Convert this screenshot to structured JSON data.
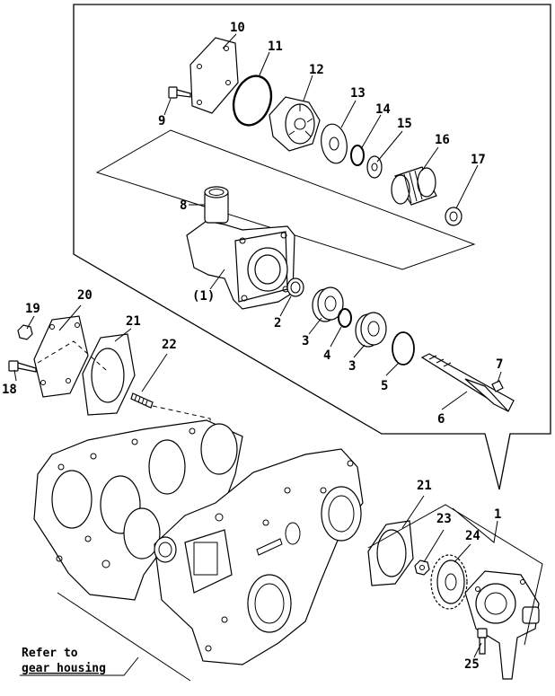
{
  "labels": {
    "p1": "1",
    "p1_sub": "(1)",
    "p2": "2",
    "p3a": "3",
    "p3b": "3",
    "p4": "4",
    "p5": "5",
    "p6": "6",
    "p7": "7",
    "p8": "8",
    "p9": "9",
    "p10": "10",
    "p11": "11",
    "p12": "12",
    "p13": "13",
    "p14": "14",
    "p15": "15",
    "p16": "16",
    "p17": "17",
    "p18": "18",
    "p19": "19",
    "p20": "20",
    "p21a": "21",
    "p21b": "21",
    "p22": "22",
    "p23": "23",
    "p24": "24",
    "p25": "25"
  },
  "note": {
    "line1": "Refer to",
    "line2": "gear housing"
  }
}
